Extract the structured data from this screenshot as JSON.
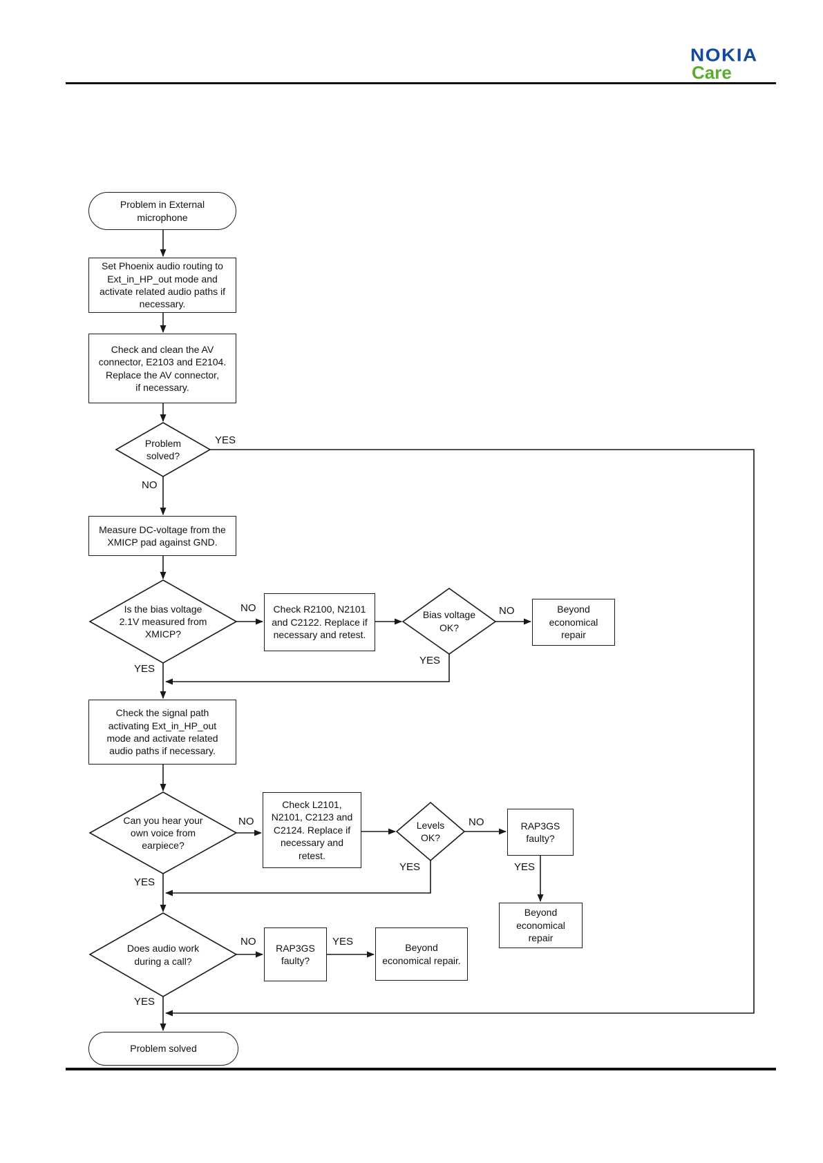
{
  "brand": {
    "name": "NOKIA",
    "sub": "Care"
  },
  "colors": {
    "brand_blue": "#134a9e",
    "brand_green": "#5aad2b",
    "line_color": "#1a1a1a"
  },
  "flowchart": {
    "nodes": {
      "start": "Problem in External\nmicrophone",
      "set_phoenix": "Set Phoenix audio routing to\nExt_in_HP_out mode and\nactivate related audio paths if\nnecessary.",
      "check_av": "Check and clean the AV\nconnector, E2103 and E2104.\nReplace the AV connector,\nif necessary.",
      "problem_solved_q": "Problem\nsolved?",
      "measure_dc": "Measure DC-voltage from the\nXMICP pad against GND.",
      "bias_voltage_q": "Is the bias voltage\n2.1V measured from\nXMICP?",
      "check_r2100": "Check R2100, N2101\nand C2122. Replace if\nnecessary and retest.",
      "bias_ok_q": "Bias voltage\nOK?",
      "beyond_repair_1": "Beyond\neconomical\nrepair",
      "check_signal": "Check the signal path\nactivating Ext_in_HP_out\nmode and activate related\naudio paths if necessary.",
      "hear_voice_q": "Can you hear your\nown voice from\nearpiece?",
      "check_l2101": "Check L2101,\nN2101, C2123 and\nC2124. Replace if\nnecessary and\nretest.",
      "levels_ok_q": "Levels\nOK?",
      "rap3gs_q1": "RAP3GS\nfaulty?",
      "beyond_repair_2": "Beyond\neconomical\nrepair",
      "audio_call_q": "Does audio work\nduring a call?",
      "rap3gs_q2": "RAP3GS\nfaulty?",
      "beyond_repair_3": "Beyond\neconomical repair.",
      "end": "Problem solved"
    },
    "edge_labels": {
      "d1_yes": "YES",
      "d1_no": "NO",
      "d2_no": "NO",
      "d2_yes": "YES",
      "d3_no": "NO",
      "d3_yes": "YES",
      "d4_no": "NO",
      "d4_yes": "YES",
      "d5_no": "NO",
      "d5_yes": "YES",
      "rap1_yes": "YES",
      "d6_no": "NO",
      "rap2_yes": "YES",
      "d6_yes": "YES"
    }
  }
}
